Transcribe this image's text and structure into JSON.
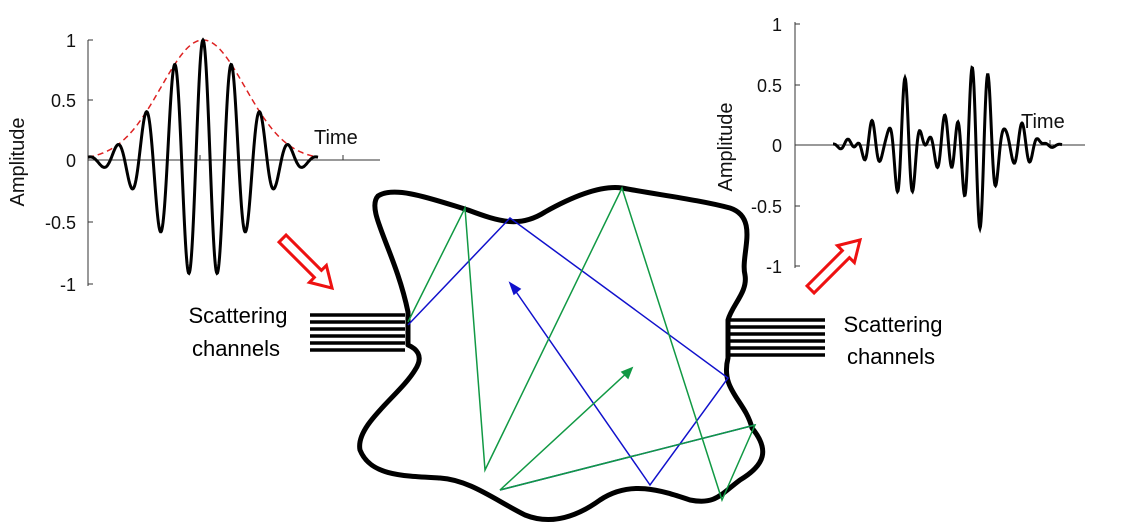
{
  "input_plot": {
    "ylabel": "Amplitude",
    "xlabel": "Time",
    "yticks": [
      "1",
      "0.5",
      "0",
      "-0.5",
      "-1"
    ]
  },
  "output_plot": {
    "ylabel": "Amplitude",
    "xlabel": "Time",
    "yticks": [
      "1",
      "0.5",
      "0",
      "-0.5",
      "-1"
    ]
  },
  "left_port": {
    "label_line1": "Scattering",
    "label_line2": "channels"
  },
  "right_port": {
    "label_line1": "Scattering",
    "label_line2": "channels"
  },
  "colors": {
    "signal": "#000000",
    "envelope": "#dd2222",
    "arrow": "#ee1111",
    "blue_ray": "#1111cc",
    "green_ray": "#119944",
    "cavity": "#000000"
  },
  "icons": {
    "input_arrow": "hollow-arrow-down-right",
    "output_arrow": "hollow-arrow-up-right"
  }
}
